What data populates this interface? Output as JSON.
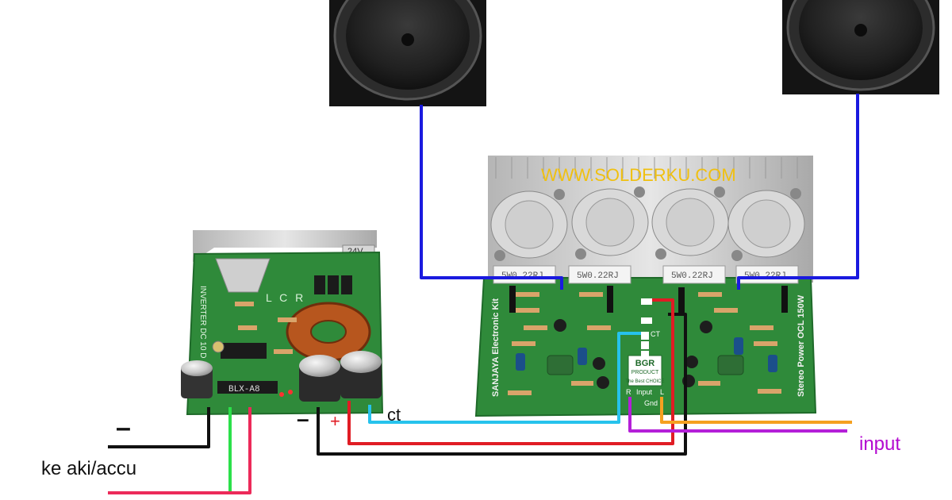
{
  "diagram": {
    "watermark": "WWW.SOLDERKU.COM",
    "labels": {
      "negative_battery": "–",
      "battery": "ke aki/accu",
      "negative_output": "–",
      "positive_output": "+",
      "center_tap": "ct",
      "input": "input"
    },
    "inverter_board": {
      "voltage_tag": "24V",
      "brand": "L C R",
      "side_text": "INVERTER DC 10 D",
      "chip_label": "BLX-A8"
    },
    "amplifier_board": {
      "resistor_label": "5W0.22RJ",
      "side_text_left": "SANJAYA Electronic Kit",
      "side_text_right": "Stereo Power OCL 150W",
      "logo_top": "BGR",
      "logo_mid": "PRODUCT",
      "logo_bottom": "The Best CHOICE",
      "pin_ct": "CT",
      "pin_input": "Input",
      "pin_gnd": "Gnd",
      "pin_r": "R",
      "pin_l": "L"
    },
    "colors": {
      "speaker_wire": "#1a1adf",
      "battery_negative_wire": "#111111",
      "battery_positive_wire": "#ec2a5a",
      "green_wire": "#2be04a",
      "red_wire": "#e01c24",
      "ct_wire": "#26c2ec",
      "input_wire_orange": "#f5a020",
      "input_wire_purple": "#b41fd8",
      "pcb_green": "#2f8a3a",
      "heatsink": "#c9c9c9",
      "input_label": "#b40ad0",
      "watermark": "#f0c010"
    }
  }
}
